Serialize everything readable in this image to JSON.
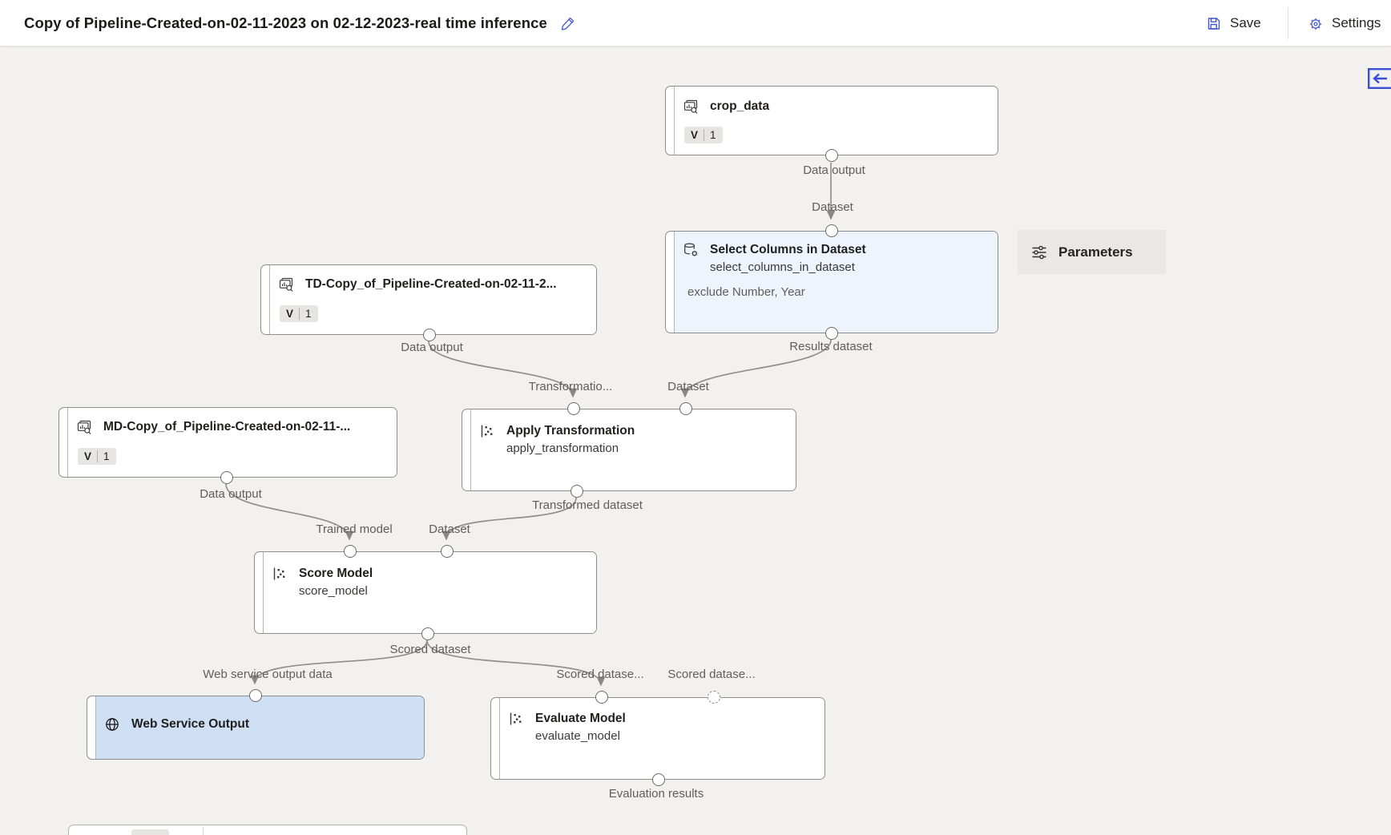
{
  "header": {
    "title": "Copy of Pipeline-Created-on-02-11-2023 on 02-12-2023-real time inference",
    "save_label": "Save",
    "settings_label": "Settings"
  },
  "canvas": {
    "parameters_label": "Parameters"
  },
  "nodes": {
    "crop_data": {
      "title": "crop_data",
      "version_label": "V",
      "version": "1"
    },
    "select_columns": {
      "title": "Select Columns in Dataset",
      "subtitle": "select_columns_in_dataset",
      "comment": "exclude Number, Year"
    },
    "td_dataset": {
      "title": "TD-Copy_of_Pipeline-Created-on-02-11-2...",
      "version_label": "V",
      "version": "1"
    },
    "md_dataset": {
      "title": "MD-Copy_of_Pipeline-Created-on-02-11-...",
      "version_label": "V",
      "version": "1"
    },
    "apply_transformation": {
      "title": "Apply Transformation",
      "subtitle": "apply_transformation"
    },
    "score_model": {
      "title": "Score Model",
      "subtitle": "score_model"
    },
    "web_service_output": {
      "title": "Web Service Output"
    },
    "evaluate_model": {
      "title": "Evaluate Model",
      "subtitle": "evaluate_model"
    }
  },
  "port_labels": {
    "crop_out": "Data output",
    "select_in": "Dataset",
    "select_out": "Results dataset",
    "td_out": "Data output",
    "apply_in1": "Transformatio...",
    "apply_in2": "Dataset",
    "apply_out": "Transformed dataset",
    "md_out": "Data output",
    "score_in1": "Trained model",
    "score_in2": "Dataset",
    "score_out": "Scored dataset",
    "wso_in": "Web service output data",
    "eval_in1": "Scored datase...",
    "eval_in2": "Scored datase...",
    "eval_out": "Evaluation results"
  },
  "icons": {
    "edit": "pencil-icon",
    "save": "floppy-disk-icon",
    "settings": "gear-icon",
    "parameters": "sliders-icon",
    "collapse": "collapse-panel-left-arrow-icon",
    "dataset_nodes": "dataset-search-icon",
    "select_columns_node": "database-gear-icon",
    "module_nodes": "scatter-plot-icon",
    "web_service_output_node": "globe-icon"
  },
  "colors": {
    "canvas_bg": "#f2f1f0",
    "node_border": "#8f8d8b",
    "selected_node_bg": "#cfdff4",
    "highlight_node_bg": "#eef4fb",
    "edge": "#8f8f8e",
    "accent_blue": "#4456cf",
    "label_gray": "#605e5c"
  }
}
